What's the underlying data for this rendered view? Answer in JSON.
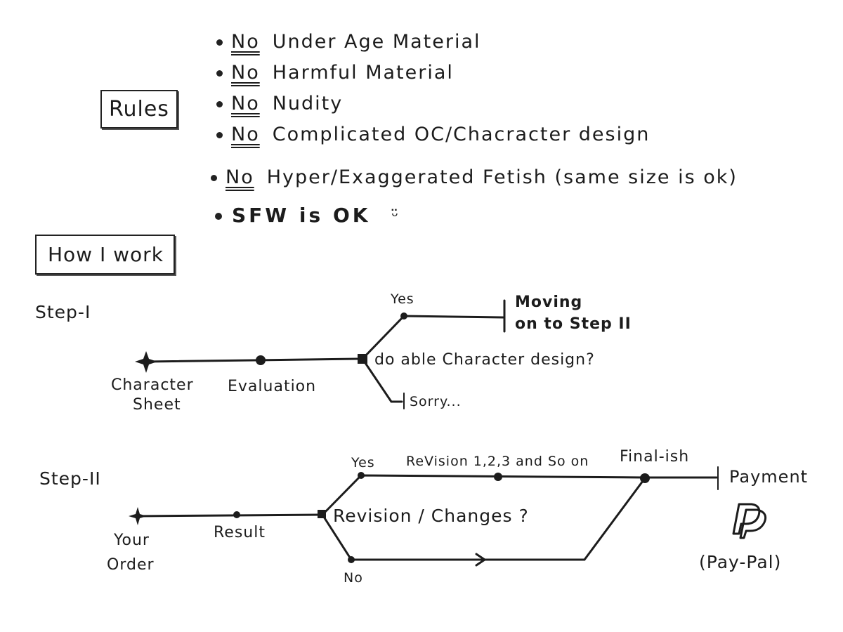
{
  "rules": {
    "heading": "Rules",
    "items": [
      {
        "prefix": "No",
        "text": "Under Age Material"
      },
      {
        "prefix": "No",
        "text": "Harmful Material"
      },
      {
        "prefix": "No",
        "text": "Nudity"
      },
      {
        "prefix": "No",
        "text": "Complicated OC/Chacracter design"
      },
      {
        "prefix": "No",
        "text": "Hyper/Exaggerated Fetish (same size is ok)"
      }
    ],
    "sfw": "SFW is OK",
    "sfw_face": "ᵕ̈"
  },
  "how": {
    "heading": "How I work"
  },
  "step1": {
    "title": "Step-I",
    "start": [
      "Character",
      "Sheet"
    ],
    "evaluation": "Evaluation",
    "question": "do able Character design?",
    "yes": "Yes",
    "yes_result": [
      "Moving",
      "on to Step II"
    ],
    "no_result": "Sorry..."
  },
  "step2": {
    "title": "Step-II",
    "start": [
      "Your",
      "Order"
    ],
    "result": "Result",
    "question": "Revision / Changes ?",
    "yes": "Yes",
    "no": "No",
    "revisions": "ReVision 1,2,3 and So on",
    "final": "Final-ish",
    "payment": "Payment",
    "paypal": "(Pay-Pal)",
    "paypal_icon": "paypal-icon"
  },
  "colors": {
    "ink": "#1c1c1c",
    "paper": "#ffffff"
  }
}
